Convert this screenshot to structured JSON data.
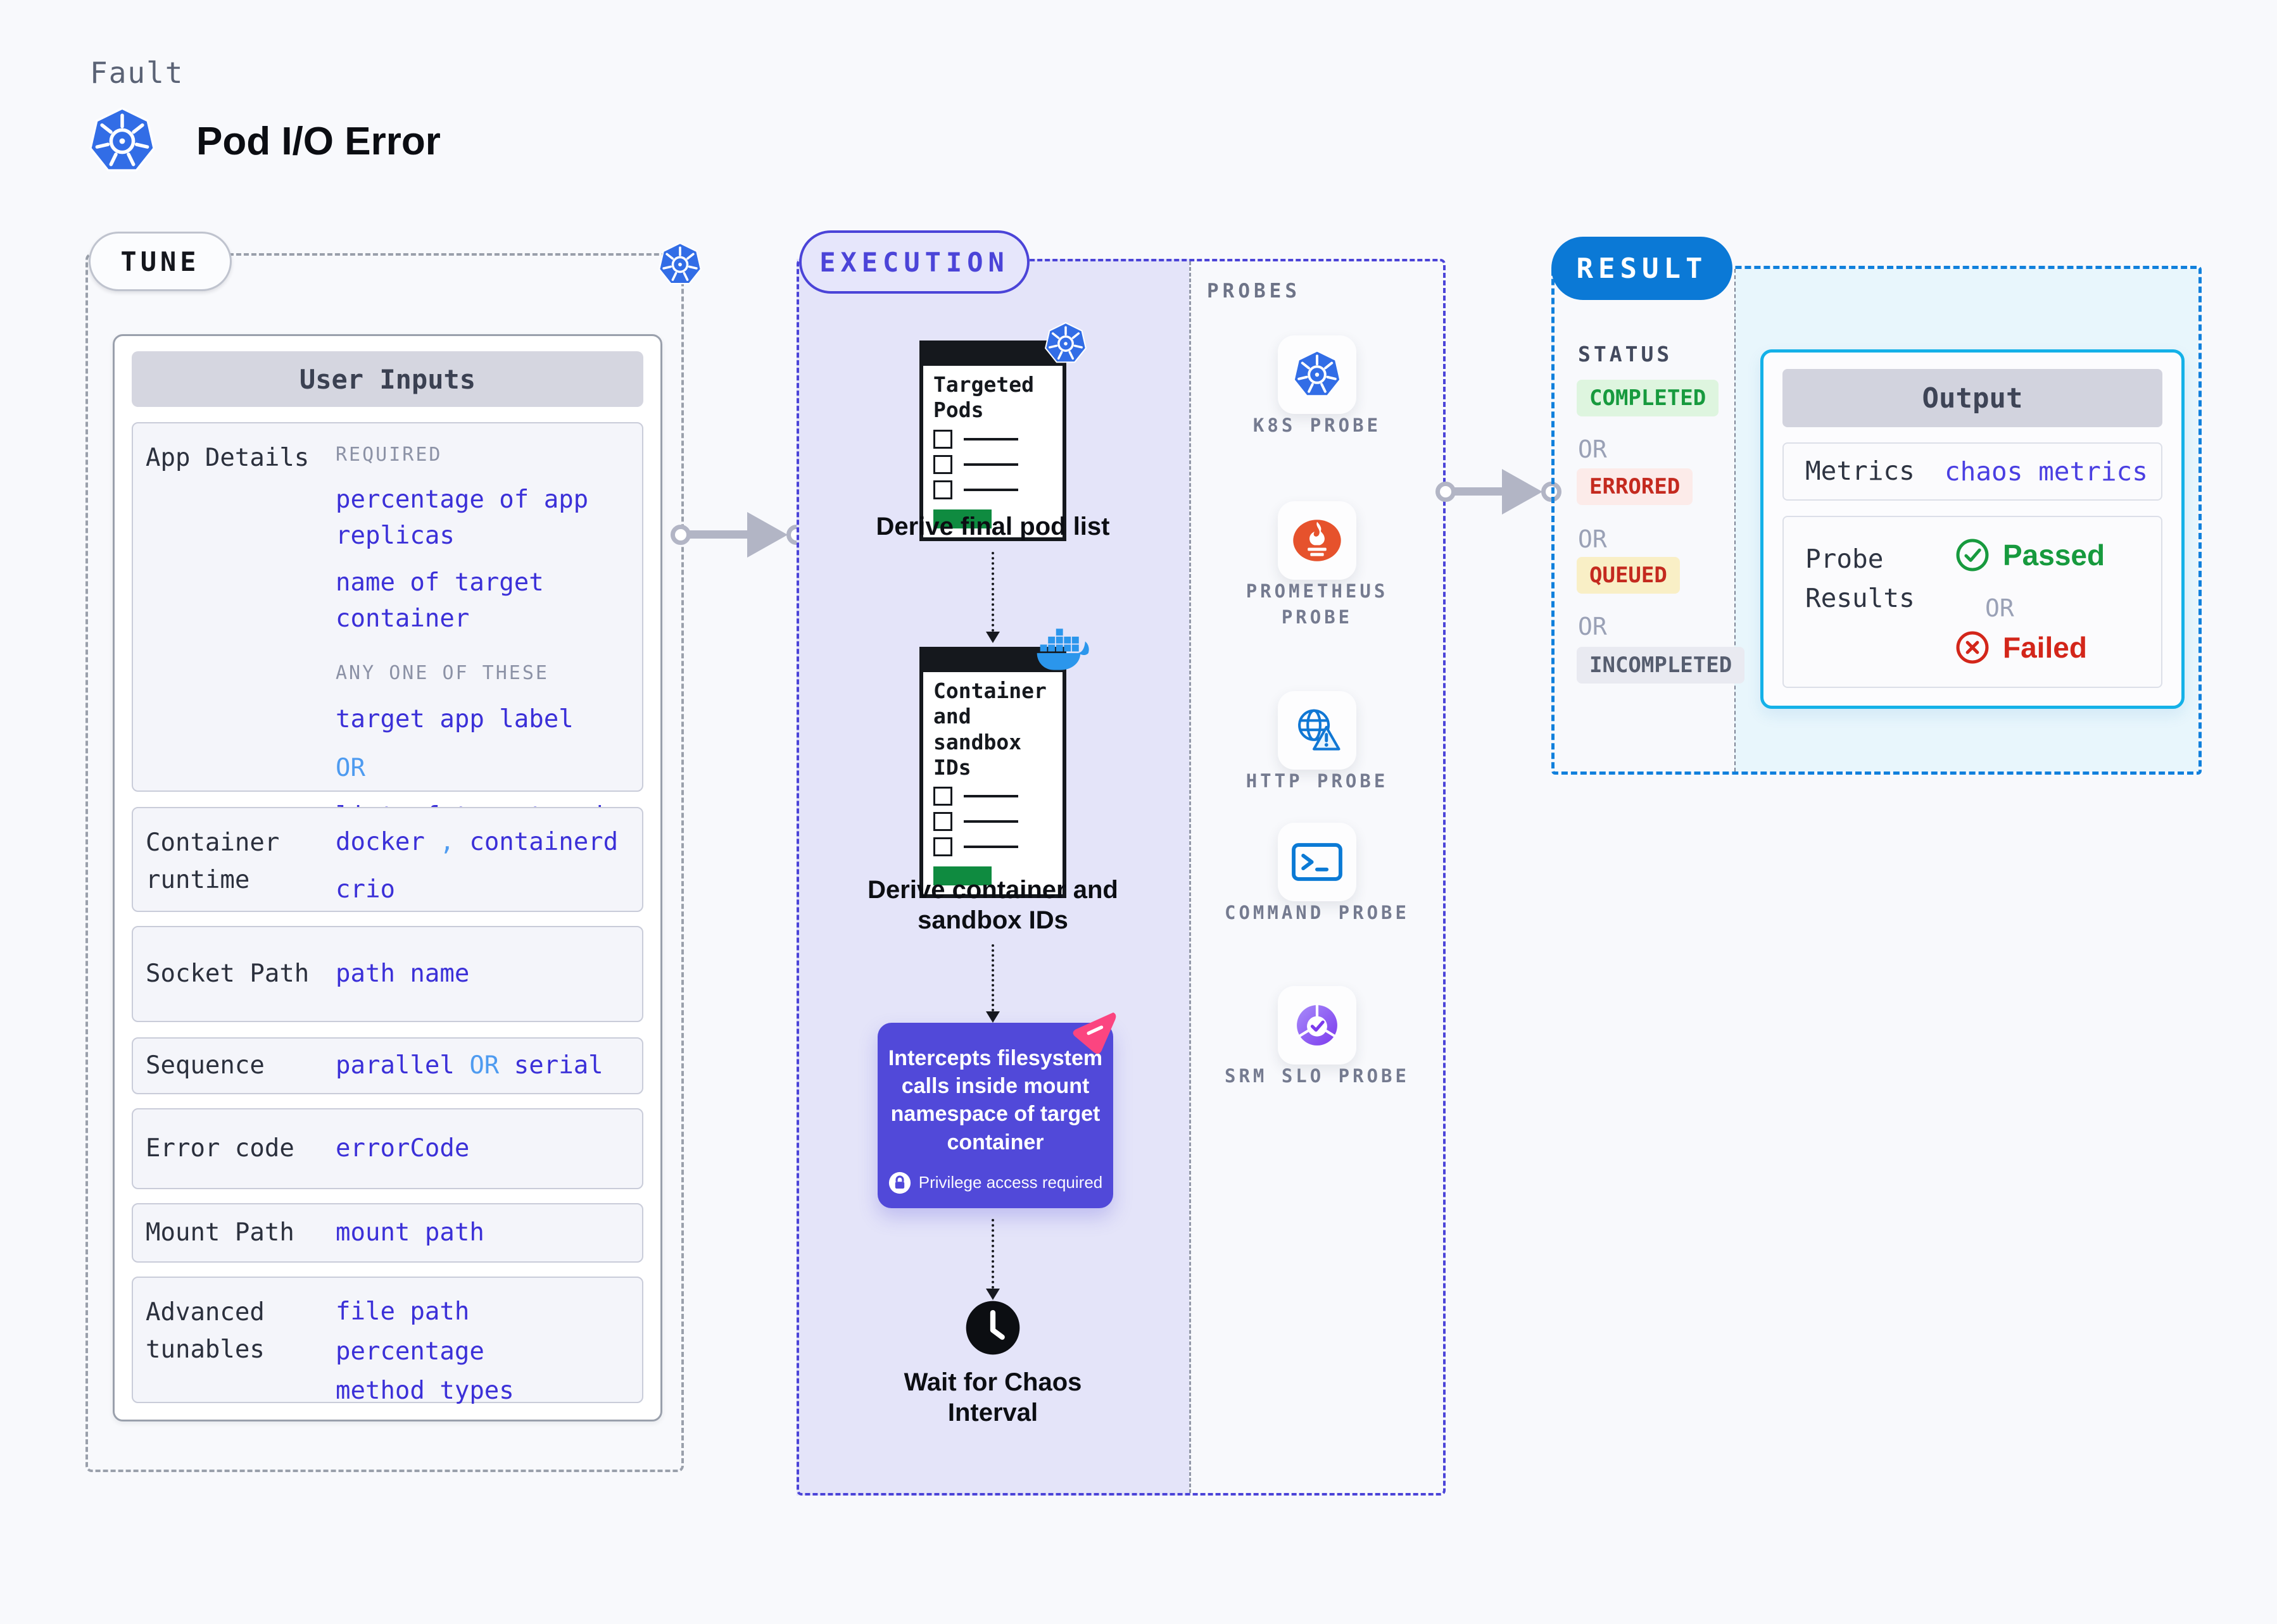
{
  "header": {
    "eyebrow": "Fault",
    "title": "Pod I/O Error"
  },
  "tune": {
    "badge": "TUNE",
    "panel_title": "User Inputs",
    "rows": [
      {
        "label": "App Details",
        "hint_required": "REQUIRED",
        "value_1": "percentage of app replicas",
        "value_2": "name of target container",
        "hint_any": "ANY ONE OF THESE",
        "value_3": "target app label",
        "or": "OR",
        "value_4": "list of target pods"
      },
      {
        "label": "Container runtime",
        "value_1": "docker",
        "comma": ",",
        "value_2": "containerd",
        "value_3": "crio"
      },
      {
        "label": "Socket Path",
        "value_1": "path name"
      },
      {
        "label": "Sequence",
        "value_1": "parallel",
        "or": "OR",
        "value_2": "serial"
      },
      {
        "label": "Error code",
        "value_1": "errorCode"
      },
      {
        "label": "Mount Path",
        "value_1": "mount path"
      },
      {
        "label": "Advanced tunables",
        "value_1": "file path",
        "value_2": "percentage",
        "value_3": "method types"
      }
    ]
  },
  "execution": {
    "badge": "EXECUTION",
    "step1": {
      "doc_title": "Targeted Pods",
      "caption": "Derive final pod list"
    },
    "step2": {
      "doc_title": "Container and sandbox IDs",
      "caption": "Derive container and sandbox IDs"
    },
    "intercept": {
      "text": "Intercepts filesystem calls inside mount namespace of target container",
      "note": "Privilege access required"
    },
    "wait_caption": "Wait for Chaos Interval"
  },
  "probes": {
    "title": "PROBES",
    "items": [
      {
        "icon": "kubernetes-icon",
        "label": "K8S PROBE"
      },
      {
        "icon": "prometheus-icon",
        "label": "PROMETHEUS PROBE"
      },
      {
        "icon": "http-globe-warning-icon",
        "label": "HTTP PROBE"
      },
      {
        "icon": "terminal-icon",
        "label": "COMMAND PROBE"
      },
      {
        "icon": "srm-slo-donut-check-icon",
        "label": "SRM SLO PROBE"
      }
    ]
  },
  "result": {
    "badge": "RESULT",
    "status_title": "STATUS",
    "statuses": [
      "COMPLETED",
      "OR",
      "ERRORED",
      "OR",
      "QUEUED",
      "OR",
      "INCOMPLETED"
    ],
    "output": {
      "title": "Output",
      "metrics_label": "Metrics",
      "metrics_value": "chaos metrics",
      "probe_label": "Probe Results",
      "passed": "Passed",
      "or": "OR",
      "failed": "Failed"
    }
  },
  "icons": {
    "brand": "kubernetes-icon",
    "doc1_corner": "kubernetes-icon",
    "doc2_corner": "docker-whale-icon",
    "intercept_corner": "litmus-chaos-pink-icon",
    "intercept_note": "lock-icon",
    "wait": "clock-icon",
    "passed": "check-circle-icon",
    "failed": "x-circle-icon"
  },
  "colors": {
    "background": "#f8f9fc",
    "kubernetes_blue": "#326de6",
    "docker_blue": "#2496ed",
    "prometheus_orange": "#e6522c",
    "tune_border": "#9aa0ab",
    "execution_accent": "#4b44d8",
    "execution_fill": "#e4e4f9",
    "result_accent": "#1180dc",
    "result_badge": "#0b79d6",
    "result_fill": "#e8f6fc",
    "output_border": "#14b1e8",
    "value_blue": "#3b30d8",
    "or_light_blue": "#4e9bf0",
    "passed_green": "#179a3e",
    "failed_red": "#d3261a",
    "purple_box": "#5149d9",
    "litmus_pink": "#fb4580",
    "doc_green_bar": "#0f8b40"
  }
}
